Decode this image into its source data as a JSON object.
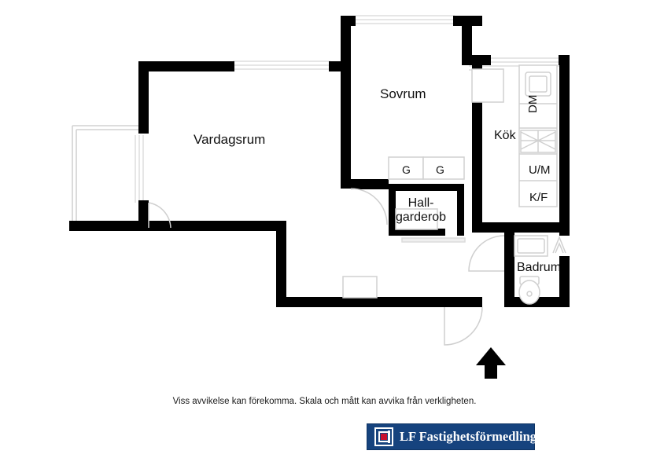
{
  "document": {
    "type": "floor-plan",
    "language": "sv",
    "disclaimer": "Viss avvikelse kan förekomma. Skala och mått kan avvika från verkligheten."
  },
  "brand": {
    "name": "LF Fastighetsförmedling",
    "bar_color": "#16437e",
    "mark_accent_color": "#c8102e",
    "text_color": "#ffffff"
  },
  "plan": {
    "wall_color": "#000000",
    "fixture_line_color": "#cfcfcf",
    "background_color": "#ffffff",
    "rooms": [
      {
        "key": "vardagsrum",
        "label": "Vardagsrum"
      },
      {
        "key": "sovrum",
        "label": "Sovrum"
      },
      {
        "key": "kok",
        "label": "Kök"
      },
      {
        "key": "hall_garderob",
        "label_line1": "Hall-",
        "label_line2": "garderob"
      },
      {
        "key": "badrum",
        "label": "Badrum"
      }
    ],
    "closets": [
      {
        "key": "garderob_1",
        "label": "G"
      },
      {
        "key": "garderob_2",
        "label": "G"
      }
    ],
    "appliances": [
      {
        "key": "diskmaskin",
        "label": "DM",
        "orientation": "vertical"
      },
      {
        "key": "tvattmaskin_torktumlare",
        "label": "U/M",
        "orientation": "horizontal"
      },
      {
        "key": "kyl_frys",
        "label": "K/F",
        "orientation": "horizontal"
      }
    ],
    "fixtures": [
      {
        "key": "kitchen-sink"
      },
      {
        "key": "stove"
      },
      {
        "key": "bathroom-sink"
      },
      {
        "key": "shower"
      },
      {
        "key": "toilet"
      },
      {
        "key": "balcony"
      },
      {
        "key": "radiator"
      }
    ],
    "doors": [
      {
        "key": "entrance-door"
      },
      {
        "key": "balcony-door"
      },
      {
        "key": "bedroom-door"
      },
      {
        "key": "bathroom-door"
      }
    ],
    "markers": [
      {
        "key": "entrance-arrow",
        "meaning": "entrance"
      }
    ]
  }
}
